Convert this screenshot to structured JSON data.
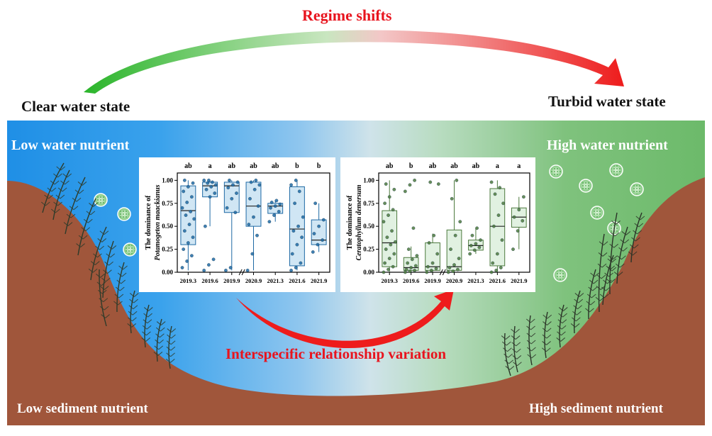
{
  "header": {
    "regime_shifts": "Regime shifts",
    "clear_state": "Clear water state",
    "turbid_state": "Turbid water state"
  },
  "scene": {
    "low_water_nutrient": "Low water nutrient",
    "high_water_nutrient": "High water nutrient",
    "low_sediment_nutrient": "Low sediment nutrient",
    "high_sediment_nutrient": "High sediment nutrient",
    "interspecific": "Interspecific relationship variation"
  },
  "colors": {
    "red": "#e8141e",
    "green_arrow": "#2fb82a",
    "water_left": "#2a8fe0",
    "water_right": "#7cc17a",
    "sediment": "#a0553a",
    "box_left": "#1f6aa5",
    "box_right": "#4d7a3e"
  },
  "chart_data": [
    {
      "type": "box",
      "ylabel_line1": "The dominance of",
      "ylabel_line2": "Potamogeton maackianus",
      "categories": [
        "2019.3",
        "2019.6",
        "2019.9",
        "2020.9",
        "2021.3",
        "2021.6",
        "2021.9"
      ],
      "letters": [
        "ab",
        "a",
        "ab",
        "ab",
        "ab",
        "b",
        "b"
      ],
      "yticks": [
        "0.00",
        "0.25",
        "0.50",
        "0.75",
        "1.00"
      ],
      "ylim": [
        0,
        1.08
      ],
      "boxes": [
        {
          "q1": 0.3,
          "median": 0.67,
          "q3": 0.94,
          "whislo": 0.02,
          "whishi": 1.0
        },
        {
          "q1": 0.82,
          "median": 0.94,
          "q3": 0.98,
          "whislo": 0.5,
          "whishi": 1.0
        },
        {
          "q1": 0.65,
          "median": 0.94,
          "q3": 0.98,
          "whislo": 0.02,
          "whishi": 1.0
        },
        {
          "q1": 0.5,
          "median": 0.72,
          "q3": 0.98,
          "whislo": 0.02,
          "whishi": 1.0
        },
        {
          "q1": 0.64,
          "median": 0.72,
          "q3": 0.75,
          "whislo": 0.55,
          "whishi": 0.78
        },
        {
          "q1": 0.07,
          "median": 0.47,
          "q3": 0.93,
          "whislo": 0.02,
          "whishi": 1.0
        },
        {
          "q1": 0.3,
          "median": 0.35,
          "q3": 0.57,
          "whislo": 0.22,
          "whishi": 0.75
        }
      ],
      "points": [
        [
          0.05,
          0.12,
          0.18,
          0.25,
          0.32,
          0.38,
          0.45,
          0.52,
          0.58,
          0.62,
          0.66,
          0.7,
          0.76,
          0.82,
          0.88,
          0.93,
          0.97,
          1.0
        ],
        [
          0.02,
          0.08,
          0.14,
          0.5,
          0.82,
          0.86,
          0.9,
          0.93,
          0.95,
          0.97,
          0.98,
          1.0,
          1.0
        ],
        [
          0.02,
          0.05,
          0.65,
          0.7,
          0.8,
          0.86,
          0.92,
          0.95,
          0.98,
          1.0
        ],
        [
          0.02,
          0.2,
          0.4,
          0.52,
          0.6,
          0.72,
          0.8,
          0.9,
          0.95,
          0.98,
          1.0
        ],
        [
          0.55,
          0.62,
          0.66,
          0.7,
          0.72,
          0.74,
          0.76,
          0.78
        ],
        [
          0.02,
          0.05,
          0.1,
          0.2,
          0.3,
          0.38,
          0.45,
          0.5,
          0.6,
          0.75,
          0.88,
          0.95,
          1.0
        ],
        [
          0.22,
          0.3,
          0.35,
          0.42,
          0.5,
          0.57,
          0.75
        ]
      ]
    },
    {
      "type": "box",
      "ylabel_line1": "The dominance of",
      "ylabel_line2": "Ceratophyllum demersum",
      "categories": [
        "2019.3",
        "2019.6",
        "2019.9",
        "2020.9",
        "2021.3",
        "2021.6",
        "2021.9"
      ],
      "letters": [
        "ab",
        "b",
        "ab",
        "ab",
        "ab",
        "a",
        "a"
      ],
      "yticks": [
        "0.00",
        "0.25",
        "0.50",
        "0.75",
        "1.00"
      ],
      "ylim": [
        0,
        1.08
      ],
      "boxes": [
        {
          "q1": 0.06,
          "median": 0.32,
          "q3": 0.67,
          "whislo": 0.0,
          "whishi": 1.0
        },
        {
          "q1": 0.02,
          "median": 0.05,
          "q3": 0.16,
          "whislo": 0.0,
          "whishi": 0.28
        },
        {
          "q1": 0.02,
          "median": 0.06,
          "q3": 0.32,
          "whislo": 0.0,
          "whishi": 0.42
        },
        {
          "q1": 0.02,
          "median": 0.06,
          "q3": 0.46,
          "whislo": 0.0,
          "whishi": 1.0
        },
        {
          "q1": 0.24,
          "median": 0.29,
          "q3": 0.35,
          "whislo": 0.2,
          "whishi": 0.48
        },
        {
          "q1": 0.07,
          "median": 0.5,
          "q3": 0.91,
          "whislo": 0.0,
          "whishi": 1.0
        },
        {
          "q1": 0.49,
          "median": 0.6,
          "q3": 0.7,
          "whislo": 0.25,
          "whishi": 0.82
        }
      ],
      "points": [
        [
          0.0,
          0.03,
          0.06,
          0.1,
          0.15,
          0.2,
          0.25,
          0.3,
          0.33,
          0.38,
          0.45,
          0.55,
          0.62,
          0.68,
          0.75,
          0.82,
          0.9,
          0.96
        ],
        [
          0.0,
          0.01,
          0.02,
          0.03,
          0.05,
          0.07,
          0.1,
          0.14,
          0.18,
          0.25,
          0.48,
          0.88,
          0.95,
          1.0
        ],
        [
          0.0,
          0.02,
          0.04,
          0.06,
          0.1,
          0.2,
          0.32,
          0.4,
          0.96,
          0.98
        ],
        [
          0.0,
          0.01,
          0.03,
          0.05,
          0.08,
          0.15,
          0.25,
          0.4,
          0.55,
          0.8,
          1.0
        ],
        [
          0.2,
          0.24,
          0.27,
          0.29,
          0.31,
          0.35,
          0.4,
          0.48
        ],
        [
          0.0,
          0.02,
          0.05,
          0.1,
          0.2,
          0.35,
          0.5,
          0.62,
          0.75,
          0.85,
          0.92,
          0.98
        ],
        [
          0.25,
          0.45,
          0.56,
          0.6,
          0.68,
          0.82
        ]
      ]
    }
  ]
}
